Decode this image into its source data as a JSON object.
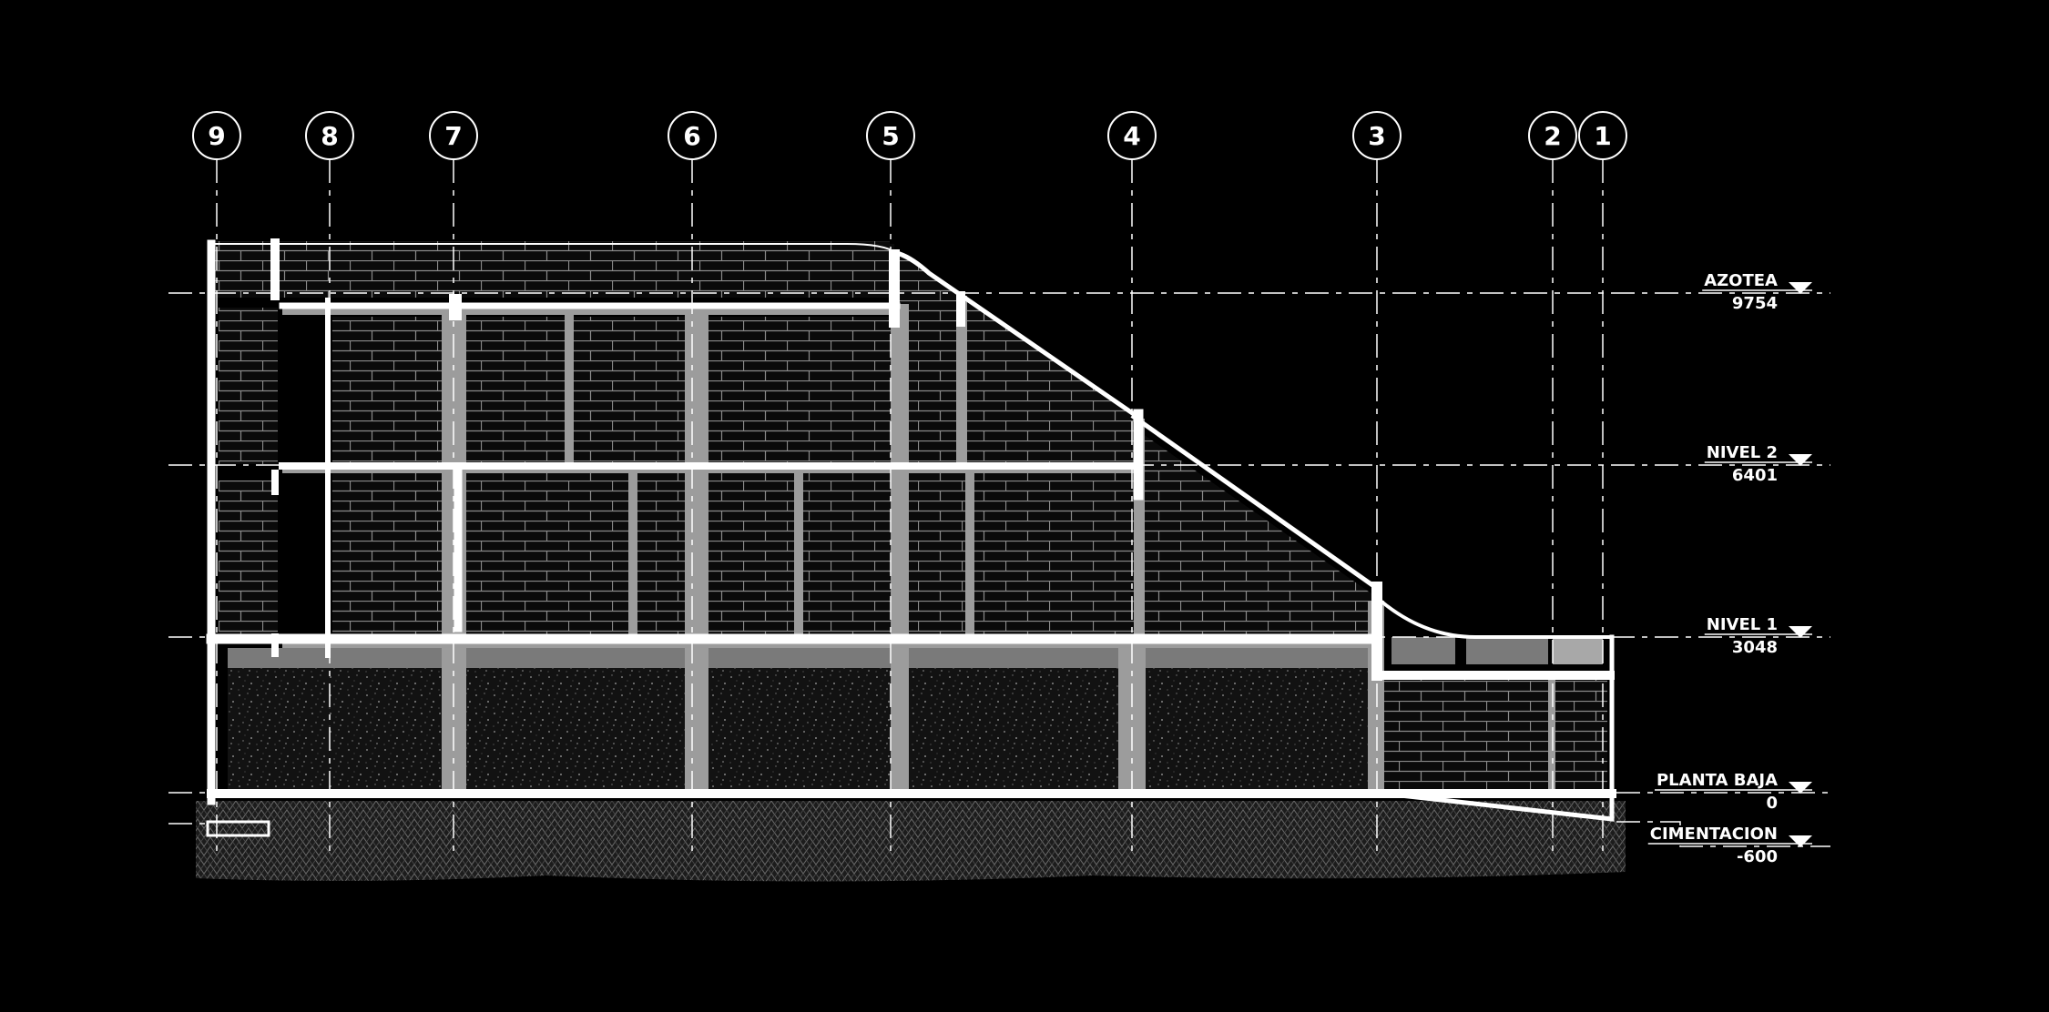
{
  "drawing": {
    "background": "#000000",
    "line_color": "#ffffff",
    "fill_light": "#9c9c9c",
    "fill_mid": "#6e6e6e",
    "brick_bg": "#0a0a0a",
    "brick_line": "#8a8a8a",
    "soil_fill": "#3a3a3a"
  },
  "grid_axes": [
    "9",
    "8",
    "7",
    "6",
    "5",
    "4",
    "3",
    "2",
    "1"
  ],
  "levels": [
    {
      "name": "AZOTEA",
      "elevation": "9754"
    },
    {
      "name": "NIVEL 2",
      "elevation": "6401"
    },
    {
      "name": "NIVEL 1",
      "elevation": "3048"
    },
    {
      "name": "PLANTA BAJA",
      "elevation": "0"
    },
    {
      "name": "CIMENTACION",
      "elevation": "-600"
    }
  ]
}
